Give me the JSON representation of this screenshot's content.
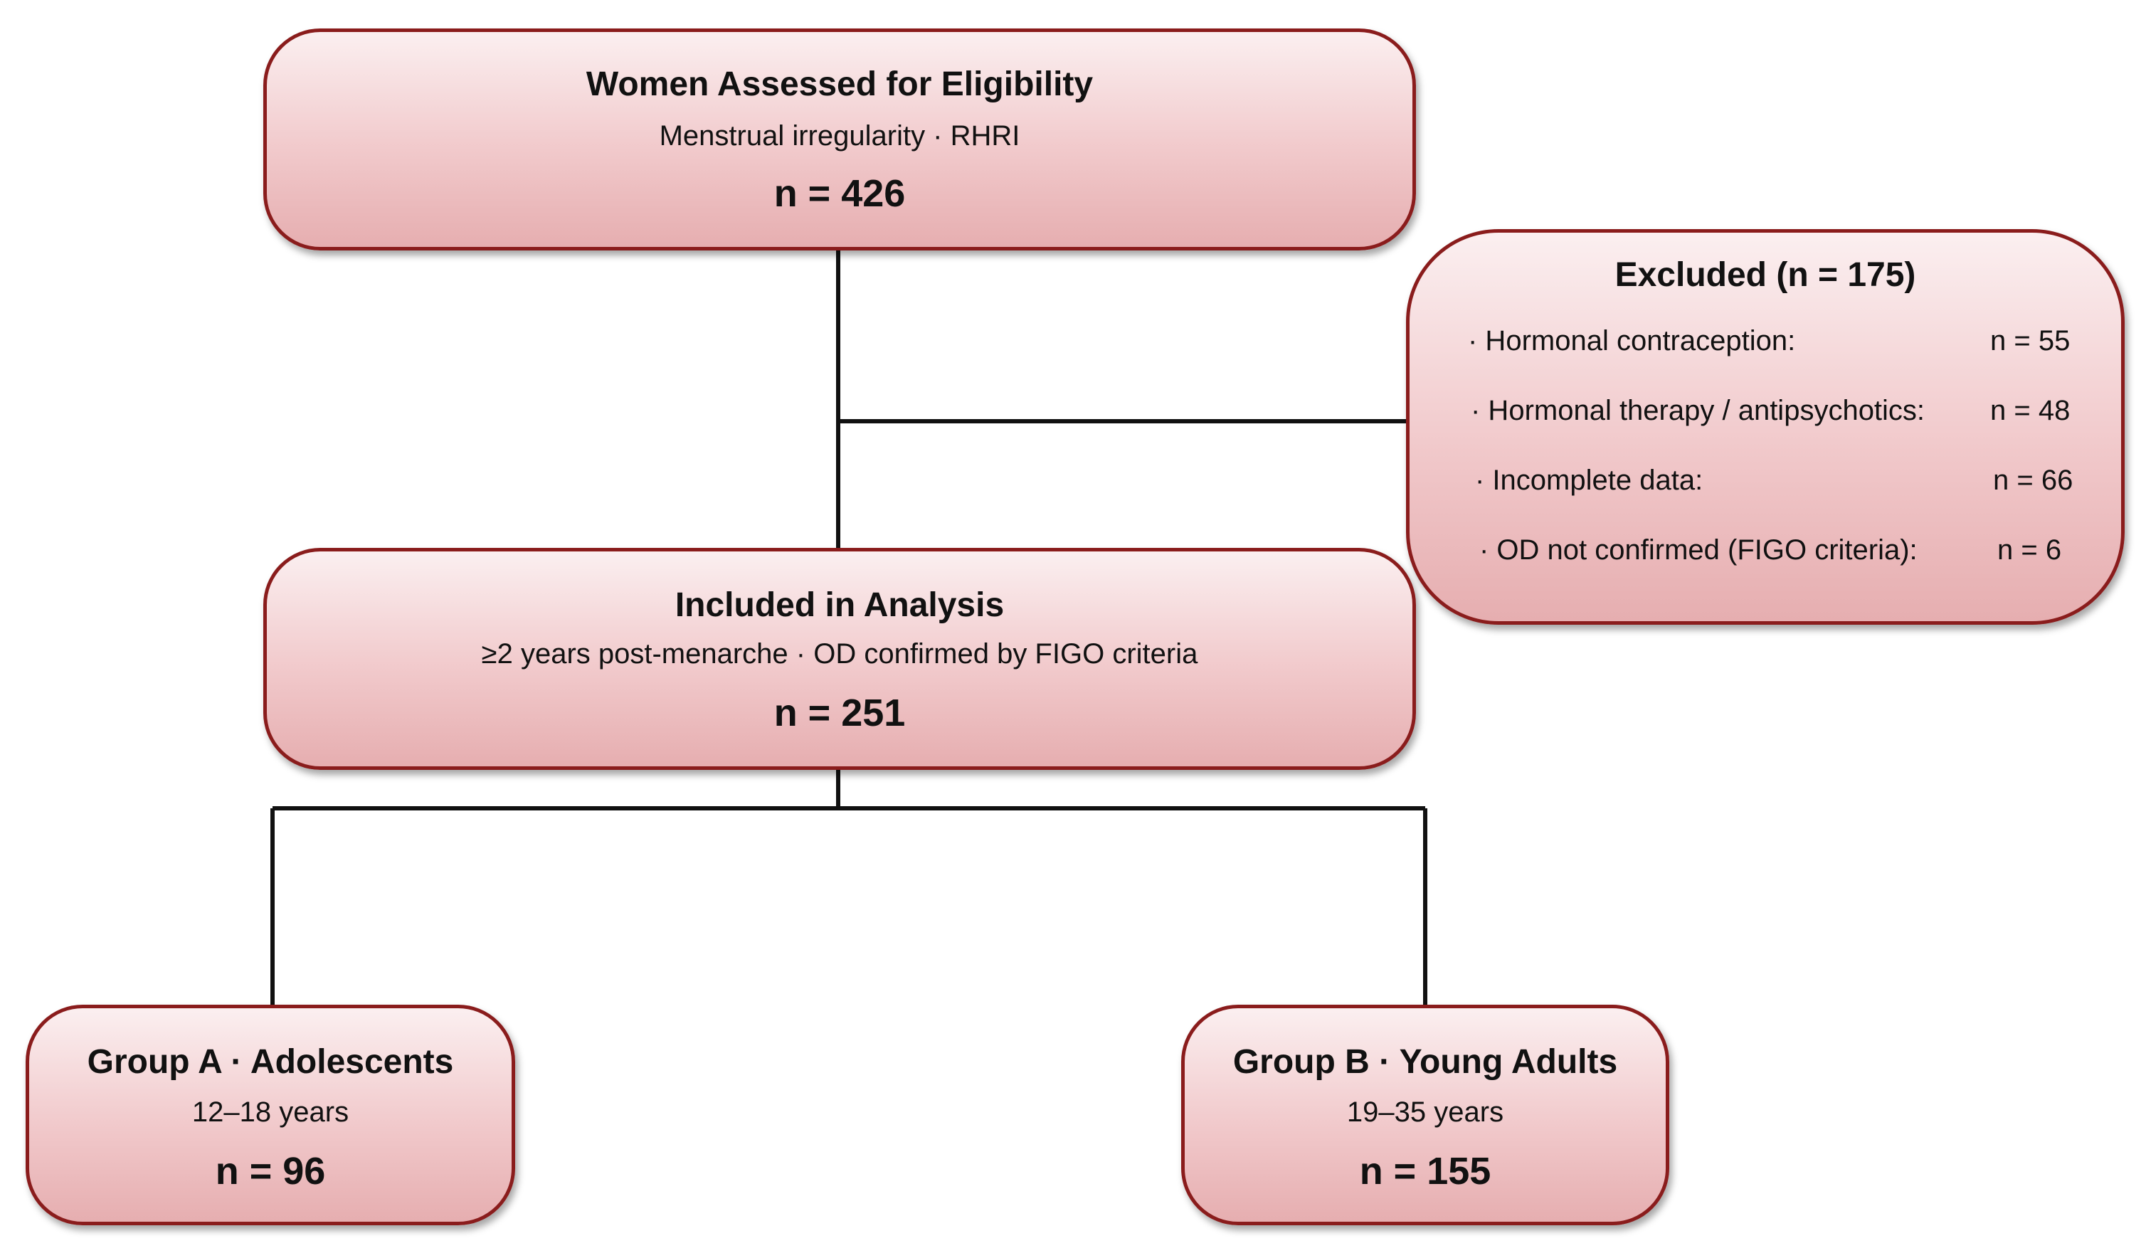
{
  "eligibility": {
    "title": "Women Assessed for Eligibility",
    "subtitle": "Menstrual irregularity · RHRI",
    "n": "n = 426"
  },
  "excluded": {
    "title": "Excluded  (n = 175)",
    "items": [
      {
        "label": "· Hormonal contraception:",
        "n": "n = 55"
      },
      {
        "label": "· Hormonal therapy / antipsychotics:",
        "n": "n = 48"
      },
      {
        "label": "· Incomplete data:",
        "n": "n = 66"
      },
      {
        "label": "· OD not confirmed (FIGO criteria):",
        "n": "n = 6"
      }
    ]
  },
  "included": {
    "title": "Included in Analysis",
    "subtitle": "≥2 years post-menarche · OD confirmed by FIGO criteria",
    "n": "n = 251"
  },
  "group_a": {
    "title": "Group A  ·  Adolescents",
    "subtitle": "12–18 years",
    "n": "n = 96"
  },
  "group_b": {
    "title": "Group B  ·  Young Adults",
    "subtitle": "19–35 years",
    "n": "n = 155"
  },
  "colors": {
    "border": "#8a1c1c",
    "fill_top": "#fbeff0",
    "fill_bottom": "#e6aeb0",
    "connector": "#111111"
  }
}
